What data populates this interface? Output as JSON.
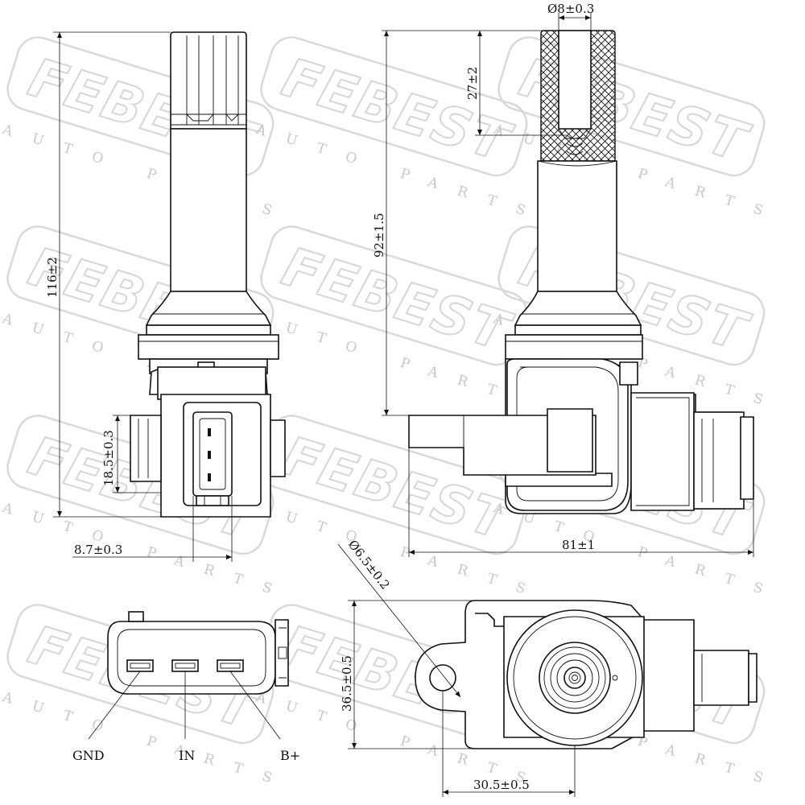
{
  "watermark": {
    "brand": "FEBEST",
    "tagline": "AUTO PARTS"
  },
  "dimensions": {
    "total_length": "116±2",
    "boot_length": "92±1.5",
    "boot_diameter": "Ø8±0.3",
    "boot_tip_length": "27±2",
    "connector_height": "18.5±0.3",
    "connector_width": "8.7±0.3",
    "overall_width": "81±1",
    "hole_diameter": "Ø6.5±0.2",
    "flange_height": "36.5±0.5",
    "hole_offset": "30.5±0.5"
  },
  "pins": {
    "gnd": "GND",
    "in": "IN",
    "bplus": "B+"
  }
}
